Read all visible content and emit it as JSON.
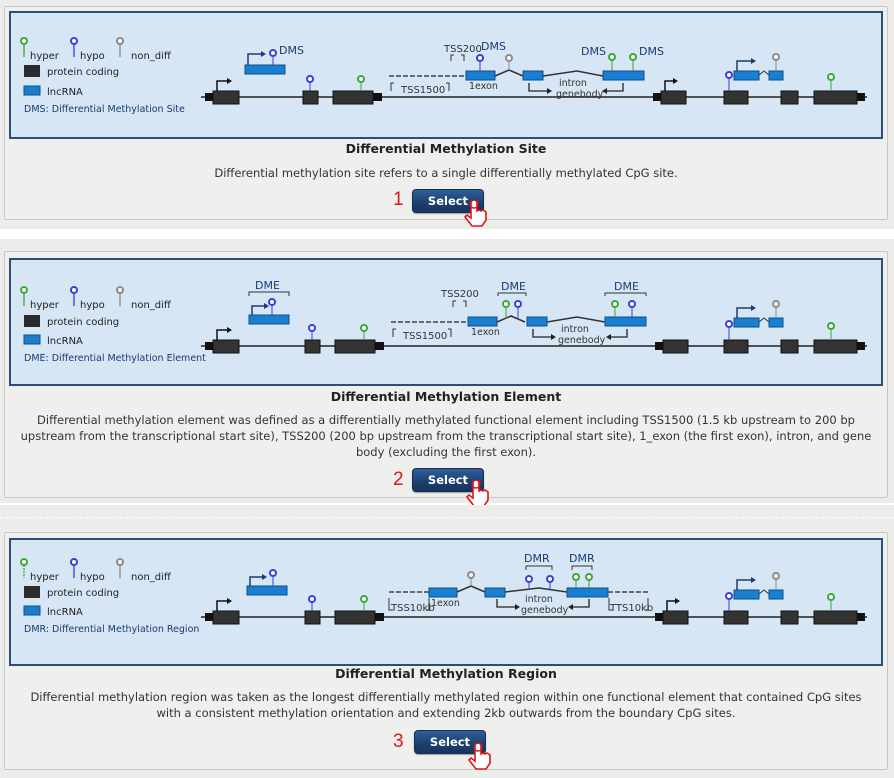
{
  "colors": {
    "hyper": "#3fa63a",
    "hypo": "#3b3fd8",
    "non_diff": "#8a8a8a",
    "lncRNA": "#1a7fd0",
    "protein_coding": "#2b2b2b",
    "diagram_bg": "#d6e6f5",
    "diagram_border": "#2c4f78",
    "button": "#1f4677",
    "step_number": "#e0141a"
  },
  "legend_common": {
    "hyper": "hyper",
    "hypo": "hypo",
    "non_diff": "non_diff",
    "protein_coding": "protein coding",
    "lncRNA": "lncRNA"
  },
  "panels": [
    {
      "id": "dms",
      "legend_definition": "DMS: Differential Methylation Site",
      "diagram_labels": {
        "mark": "DMS",
        "tss200": "TSS200",
        "tss1500": "TSS1500",
        "exon": "1exon",
        "intron": "intron",
        "genebody": "genebody"
      },
      "title": "Differential Methylation Site",
      "description": "Differential methylation site refers to a single differentially methylated CpG site.",
      "step": "1",
      "button_label": "Select"
    },
    {
      "id": "dme",
      "legend_definition": "DME: Differential Methylation Element",
      "diagram_labels": {
        "mark": "DME",
        "tss200": "TSS200",
        "tss1500": "TSS1500",
        "exon": "1exon",
        "intron": "intron",
        "genebody": "genebody"
      },
      "title": "Differential Methylation Element",
      "description": "Differential methylation element was defined as a differentially methylated functional element including TSS1500 (1.5 kb upstream to 200 bp upstream from the transcriptional start site), TSS200 (200 bp upstream from the transcriptional start site), 1_exon (the first exon), intron, and gene body (excluding the first exon).",
      "step": "2",
      "button_label": "Select"
    },
    {
      "id": "dmr",
      "legend_definition": "DMR: Differential Methylation Region",
      "diagram_labels": {
        "mark": "DMR",
        "tss10kb": "TSS10kb",
        "tts10kb": "TTS10kb",
        "exon": "1exon",
        "intron": "intron",
        "genebody": "genebody"
      },
      "title": "Differential Methylation Region",
      "description": "Differential methylation region was taken as the longest differentially methylated region within one functional element that contained CpG sites with a consistent methylation orientation and extending 2kb outwards from the boundary CpG sites.",
      "step": "3",
      "button_label": "Select"
    }
  ]
}
